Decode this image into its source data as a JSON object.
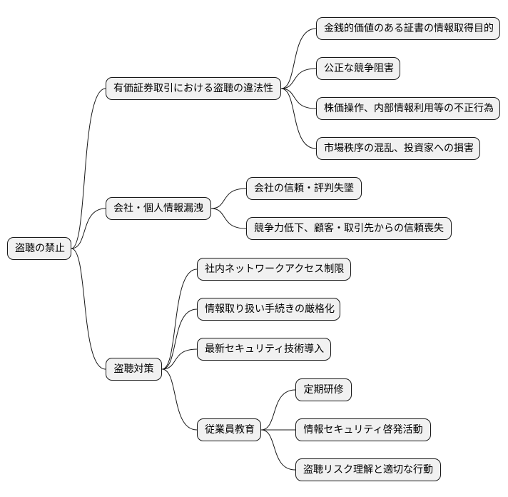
{
  "root": {
    "label": "盗聴の禁止"
  },
  "branches": [
    {
      "label": "有価証券取引における盗聴の違法性",
      "children": [
        "金銭的価値のある証書の情報取得目的",
        "公正な競争阻害",
        "株価操作、内部情報利用等の不正行為",
        "市場秩序の混乱、投資家への損害"
      ]
    },
    {
      "label": "会社・個人情報漏洩",
      "children": [
        "会社の信頼・評判失墜",
        "競争力低下、顧客・取引先からの信頼喪失"
      ]
    },
    {
      "label": "盗聴対策",
      "children": [
        "社内ネットワークアクセス制限",
        "情報取り扱い手続きの厳格化",
        "最新セキュリティ技術導入",
        "従業員教育"
      ]
    },
    {
      "label": "従業員教育",
      "children": [
        "定期研修",
        "情報セキュリティ啓発活動",
        "盗聴リスク理解と適切な行動"
      ]
    }
  ]
}
